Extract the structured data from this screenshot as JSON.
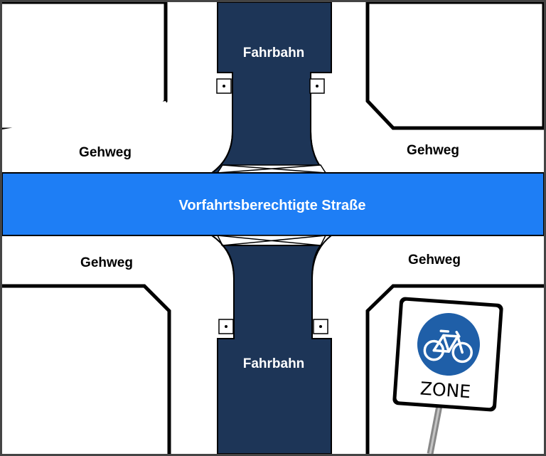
{
  "colors": {
    "frame": "#444444",
    "priority_road": "#1e7ef5",
    "carriageway": "#1d3557",
    "sign_circle": "#1f5fa8",
    "pole": "#9a9a9a",
    "block_outline": "#000000"
  },
  "labels": {
    "main_road": "Vorfahrtsberechtigte Straße",
    "carriageway_top": "Fahrbahn",
    "carriageway_bottom": "Fahrbahn",
    "sidewalk_top_left": "Gehweg",
    "sidewalk_top_right": "Gehweg",
    "sidewalk_bottom_left": "Gehweg",
    "sidewalk_bottom_right": "Gehweg"
  },
  "sign": {
    "icon": "bicycle-icon",
    "text": "ZONE"
  }
}
